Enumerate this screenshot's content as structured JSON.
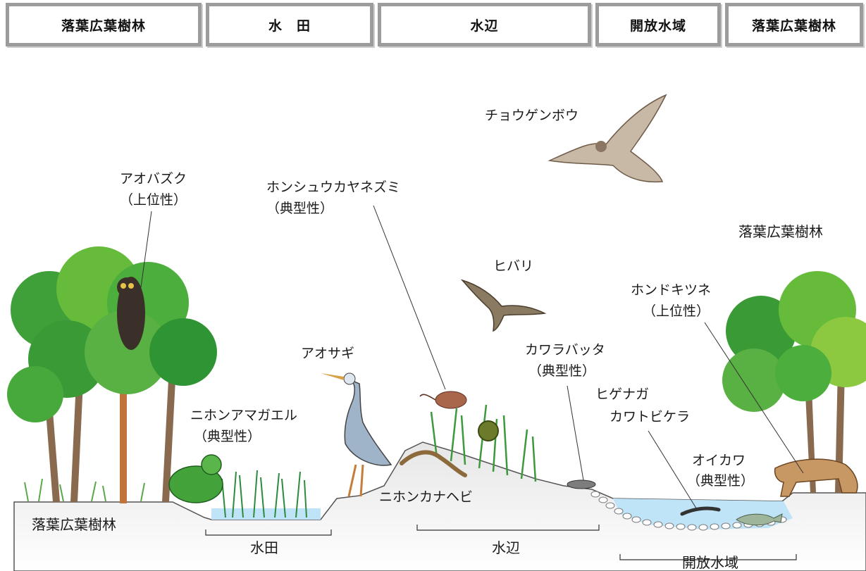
{
  "header": {
    "zones": [
      {
        "label": "落葉広葉樹林"
      },
      {
        "label": "水　田"
      },
      {
        "label": "水辺"
      },
      {
        "label": "開放水域"
      },
      {
        "label": "落葉広葉樹林"
      }
    ]
  },
  "species": {
    "owl": {
      "name": "アオバズク",
      "role": "（上位性）"
    },
    "mouse": {
      "name": "ホンシュウカヤネズミ",
      "role": "（典型性）"
    },
    "kestrel": {
      "name": "チョウゲンボウ"
    },
    "lark": {
      "name": "ヒバリ"
    },
    "fox": {
      "name": "ホンドキツネ",
      "role": "（上位性）"
    },
    "heron": {
      "name": "アオサギ"
    },
    "grasshopper": {
      "name": "カワラバッタ",
      "role": "（典型性）"
    },
    "caddisfly": {
      "line1": "ヒゲナガ",
      "line2": "カワトビケラ"
    },
    "frog": {
      "name": "ニホンアマガエル",
      "role": "（典型性）"
    },
    "fish": {
      "name": "オイカワ",
      "role": "（典型性）"
    },
    "lizard": {
      "name": "ニホンカナヘビ"
    }
  },
  "zones_bottom": {
    "forest_left": "落葉広葉樹林",
    "forest_right": "落葉広葉樹林",
    "paddy": "水田",
    "waterside": "水辺",
    "open_water": "開放水域"
  },
  "colors": {
    "header_border": "#9c9c9c",
    "ground": "#dcdcdc",
    "water": "#bfe3f7",
    "tree_green": "#4cae3c",
    "trunk": "#8a6a4e"
  }
}
